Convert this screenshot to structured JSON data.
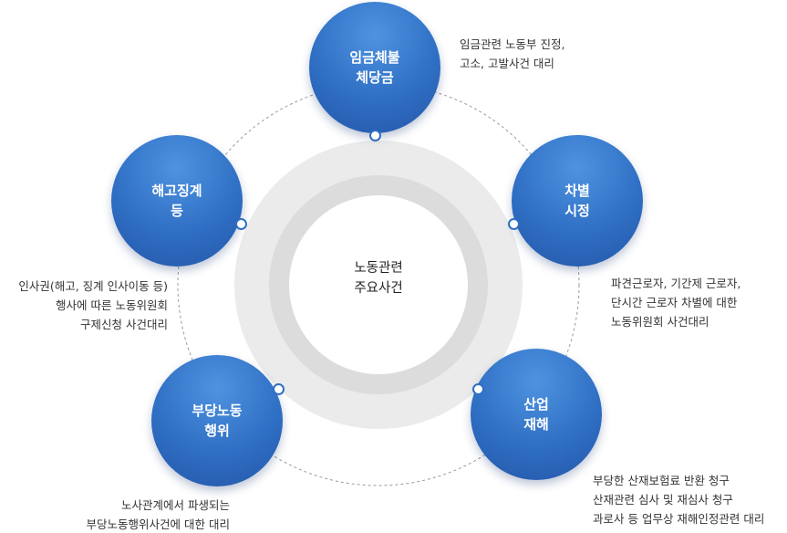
{
  "center": {
    "line1": "노동관련",
    "line2": "주요사건"
  },
  "nodes": [
    {
      "id": "wage",
      "line1": "임금체불",
      "line2": "체당금"
    },
    {
      "id": "discrimination",
      "line1": "차별",
      "line2": "시정"
    },
    {
      "id": "industrial",
      "line1": "산업",
      "line2": "재해"
    },
    {
      "id": "unfair-labor",
      "line1": "부당노동",
      "line2": "행위"
    },
    {
      "id": "dismissal",
      "line1": "해고징계",
      "line2": "등"
    }
  ],
  "descriptions": {
    "wage": [
      "임금관련 노동부 진정,",
      "고소, 고발사건 대리"
    ],
    "discrimination": [
      "파견근로자, 기간제 근로자,",
      "단시간 근로자 차별에 대한",
      "노동위원회 사건대리"
    ],
    "industrial": [
      "부당한 산재보험료 반환 청구",
      "산재관련 심사 및 재심사 청구",
      "과로사 등 업무상 재해인정관련 대리"
    ],
    "unfair-labor": [
      "노사관계에서 파생되는",
      "부당노동행위사건에 대한 대리"
    ],
    "dismissal": [
      "인사권(해고, 징계 인사이동 등)",
      "행사에 따른 노동위원회",
      "구제신청 사건대리"
    ]
  },
  "colors": {
    "node": "#2f6fc4",
    "ring_outer": "#ebebeb",
    "ring_inner": "#dddddd",
    "dashed": "#999999"
  }
}
